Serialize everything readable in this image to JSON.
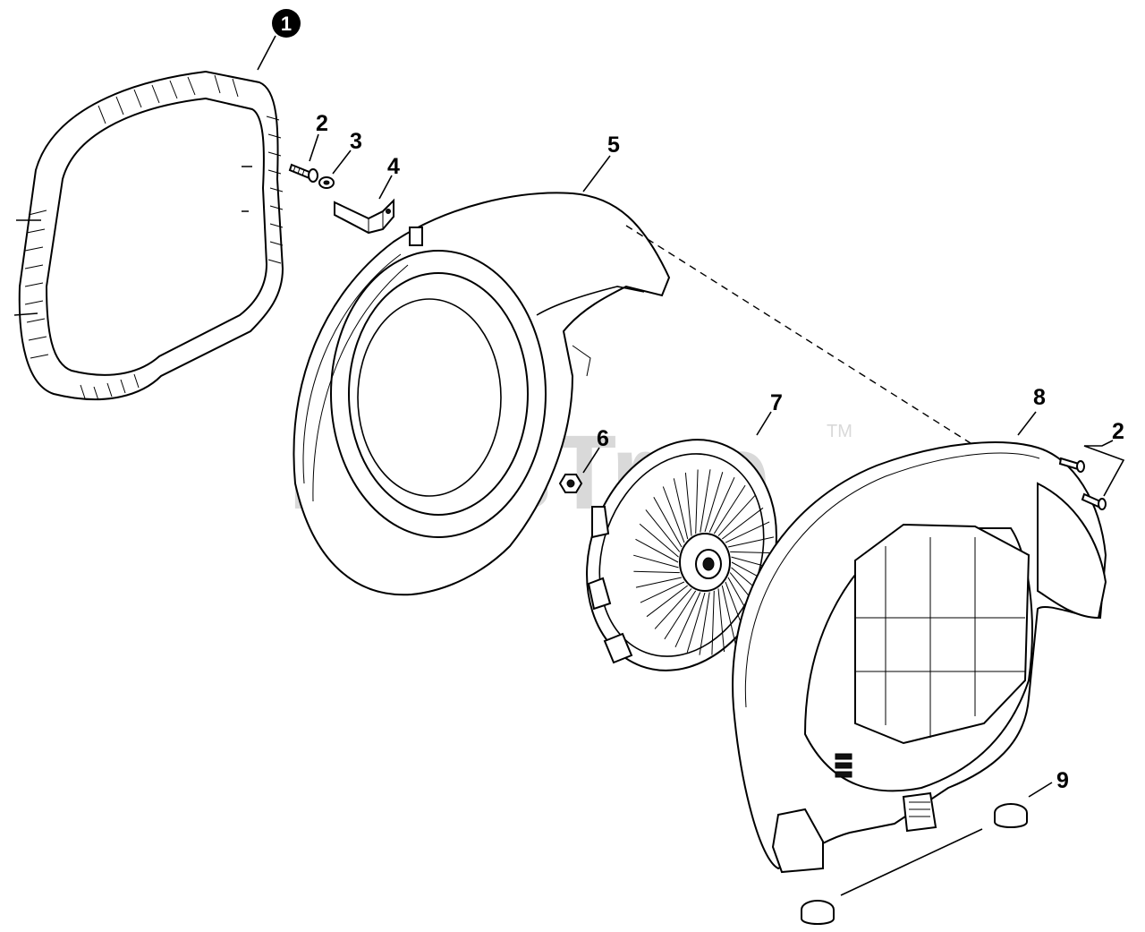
{
  "watermark": {
    "text": "PartsTree",
    "trademark": "TM"
  },
  "callouts": [
    {
      "id": "1",
      "style": "inverted"
    },
    {
      "id": "2",
      "style": "plain"
    },
    {
      "id": "3",
      "style": "plain"
    },
    {
      "id": "4",
      "style": "plain"
    },
    {
      "id": "5",
      "style": "plain"
    },
    {
      "id": "6",
      "style": "plain"
    },
    {
      "id": "7",
      "style": "plain"
    },
    {
      "id": "8",
      "style": "plain"
    },
    {
      "id": "2",
      "style": "plain"
    },
    {
      "id": "9",
      "style": "plain"
    }
  ],
  "parts": [
    {
      "callout": "1",
      "icon": "fan-cover-frame-icon"
    },
    {
      "callout": "2",
      "icon": "screw-icon"
    },
    {
      "callout": "3",
      "icon": "washer-icon"
    },
    {
      "callout": "4",
      "icon": "bracket-icon"
    },
    {
      "callout": "5",
      "icon": "fan-case-front-icon"
    },
    {
      "callout": "6",
      "icon": "nut-icon"
    },
    {
      "callout": "7",
      "icon": "impeller-fan-icon"
    },
    {
      "callout": "8",
      "icon": "fan-case-rear-icon"
    },
    {
      "callout": "9",
      "icon": "rubber-foot-icon"
    }
  ]
}
